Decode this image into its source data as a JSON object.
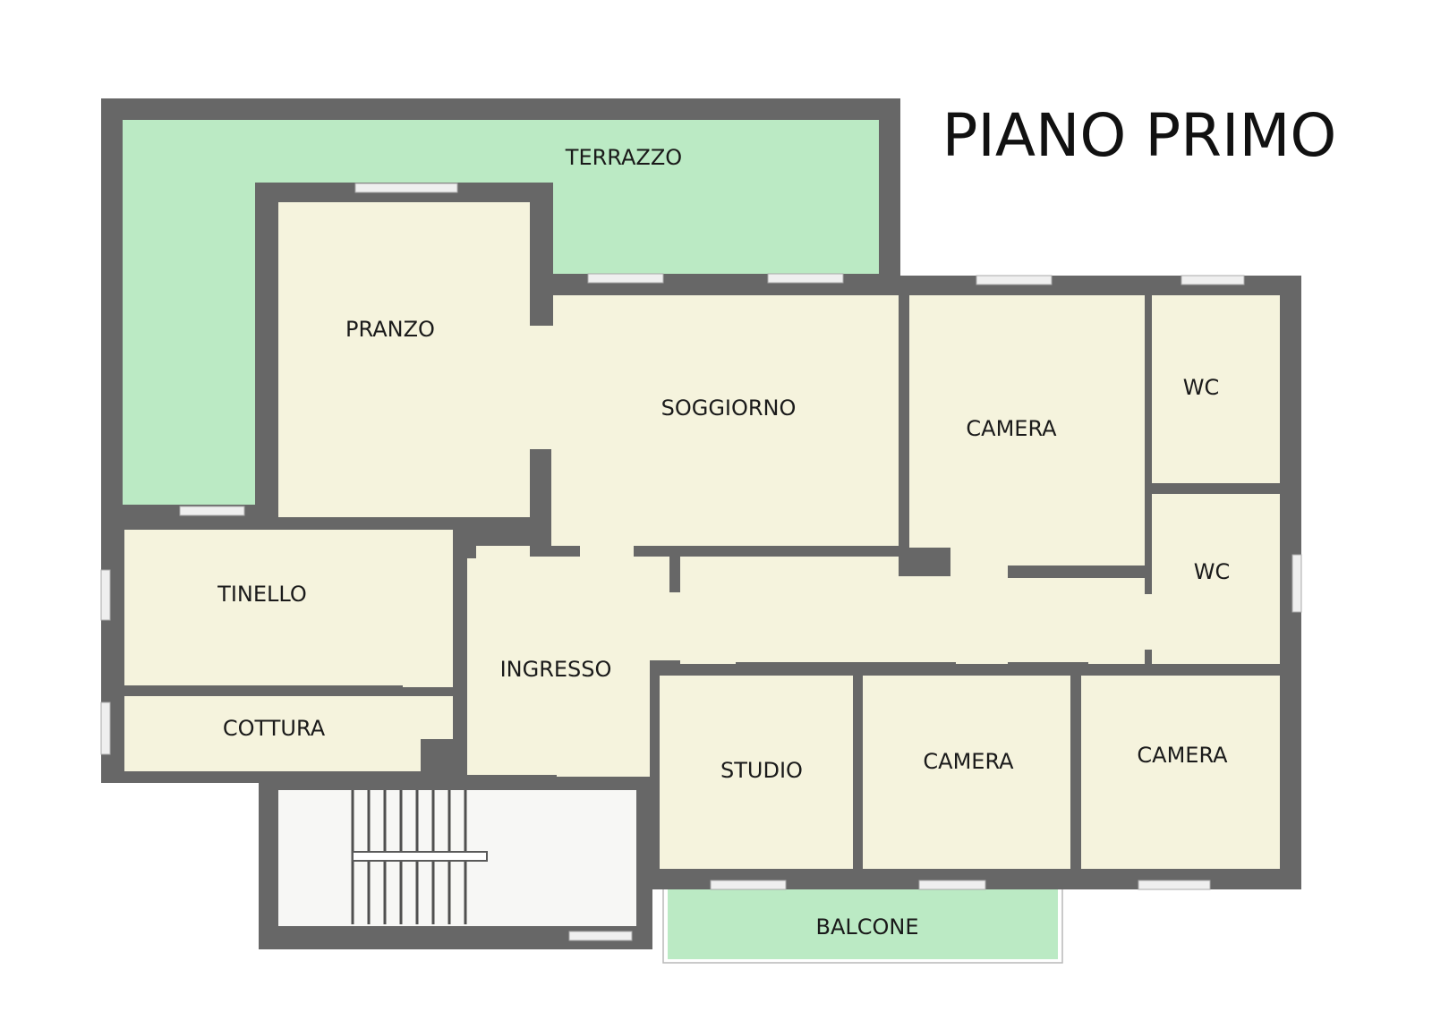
{
  "title": "PIANO PRIMO",
  "rooms": {
    "terrazzo": "TERRAZZO",
    "pranzo": "PRANZO",
    "soggiorno": "SOGGIORNO",
    "camera_1": "CAMERA",
    "wc_1": "WC",
    "wc_2": "WC",
    "tinello": "TINELLO",
    "cottura": "COTTURA",
    "ingresso": "INGRESSO",
    "studio": "STUDIO",
    "camera_2": "CAMERA",
    "camera_3": "CAMERA",
    "balcone": "BALCONE"
  },
  "colors": {
    "wall": "#676767",
    "floor": "#f5f3dd",
    "outdoor": "#bbeac4",
    "stairwell": "#f7f7f5"
  }
}
